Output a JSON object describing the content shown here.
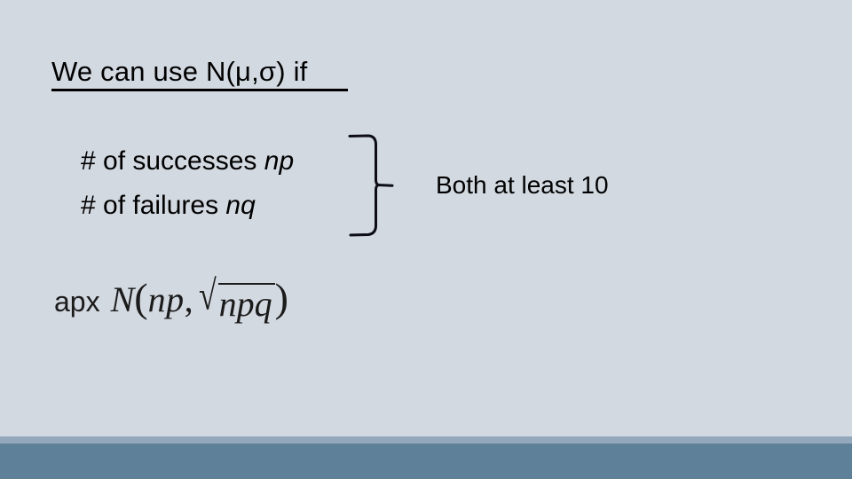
{
  "slide": {
    "background_color": "#d3d9e1",
    "title": "We can use N(μ,σ) if",
    "conditions": [
      {
        "label": "# of successes ",
        "variable": "np"
      },
      {
        "label": "# of failures ",
        "variable": "nq"
      }
    ],
    "callout": "Both at least 10",
    "formula": {
      "prefix": "apx",
      "dist_name": "N",
      "open_paren": "(",
      "mean": "np",
      "comma": ",",
      "radical_sign": "√",
      "radicand": "npq",
      "close_paren": ")"
    },
    "brace": {
      "icon": "right-curly-brace-annotation",
      "color": "#0d0d17"
    },
    "bands": {
      "mid_color": "#93a9bb",
      "bottom_color": "#5f8099"
    }
  }
}
